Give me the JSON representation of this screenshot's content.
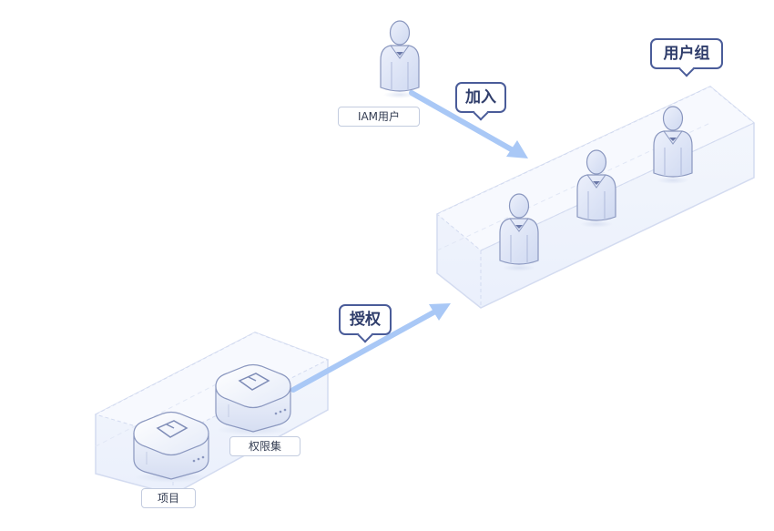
{
  "labels": {
    "iam_user": "IAM用户",
    "user_group": "用户组",
    "join": "加入",
    "authorize": "授权",
    "permission_set": "权限集",
    "project": "项目"
  },
  "colors": {
    "arrow": "#a9c8f6",
    "callout_border": "#4a5c99",
    "person_fill": "#dfe6f7",
    "person_stroke": "#8a97bf",
    "platform_edge": "#d3dbf0"
  },
  "icons": [
    "person-icon",
    "box-icon"
  ]
}
